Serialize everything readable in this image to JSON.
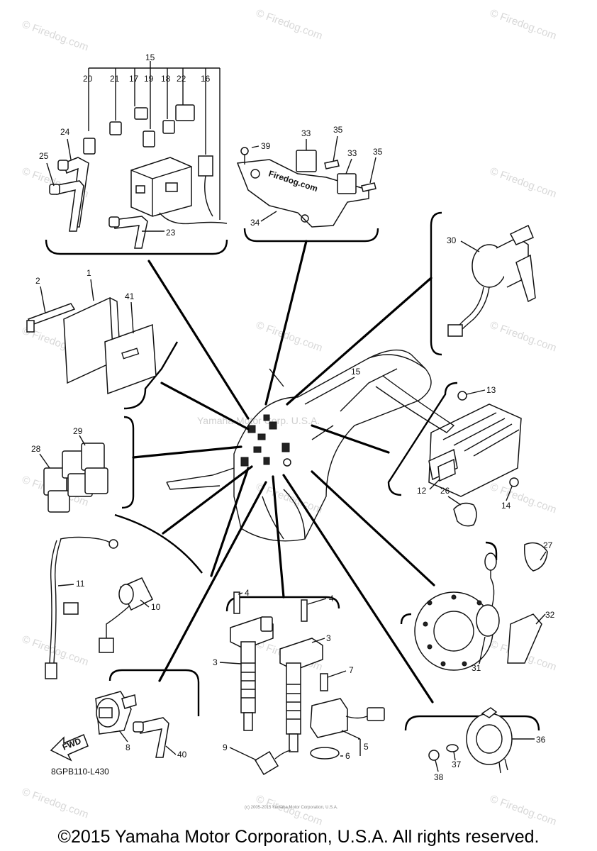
{
  "part_numbers": [
    "1",
    "2",
    "3",
    "3",
    "4",
    "4",
    "5",
    "6",
    "7",
    "8",
    "9",
    "10",
    "11",
    "12",
    "13",
    "14",
    "15",
    "15",
    "16",
    "17",
    "18",
    "19",
    "20",
    "21",
    "22",
    "23",
    "24",
    "25",
    "26",
    "27",
    "28",
    "29",
    "30",
    "31",
    "32",
    "33",
    "33",
    "34",
    "35",
    "35",
    "36",
    "37",
    "38",
    "39",
    "40",
    "41"
  ],
  "diagram_code": "8GPB110-L430",
  "fwd_label": "FWD",
  "watermark": "© Firedog.com",
  "center_watermark": "Yamaha Motor Corp. U.S.A.",
  "plate_watermark": "Firedog.com",
  "small_credit": "(c) 2005-2015 Yamaha Motor Corporation, U.S.A.",
  "copyright": "©2015 Yamaha Motor Corporation, U.S.A. All rights reserved."
}
